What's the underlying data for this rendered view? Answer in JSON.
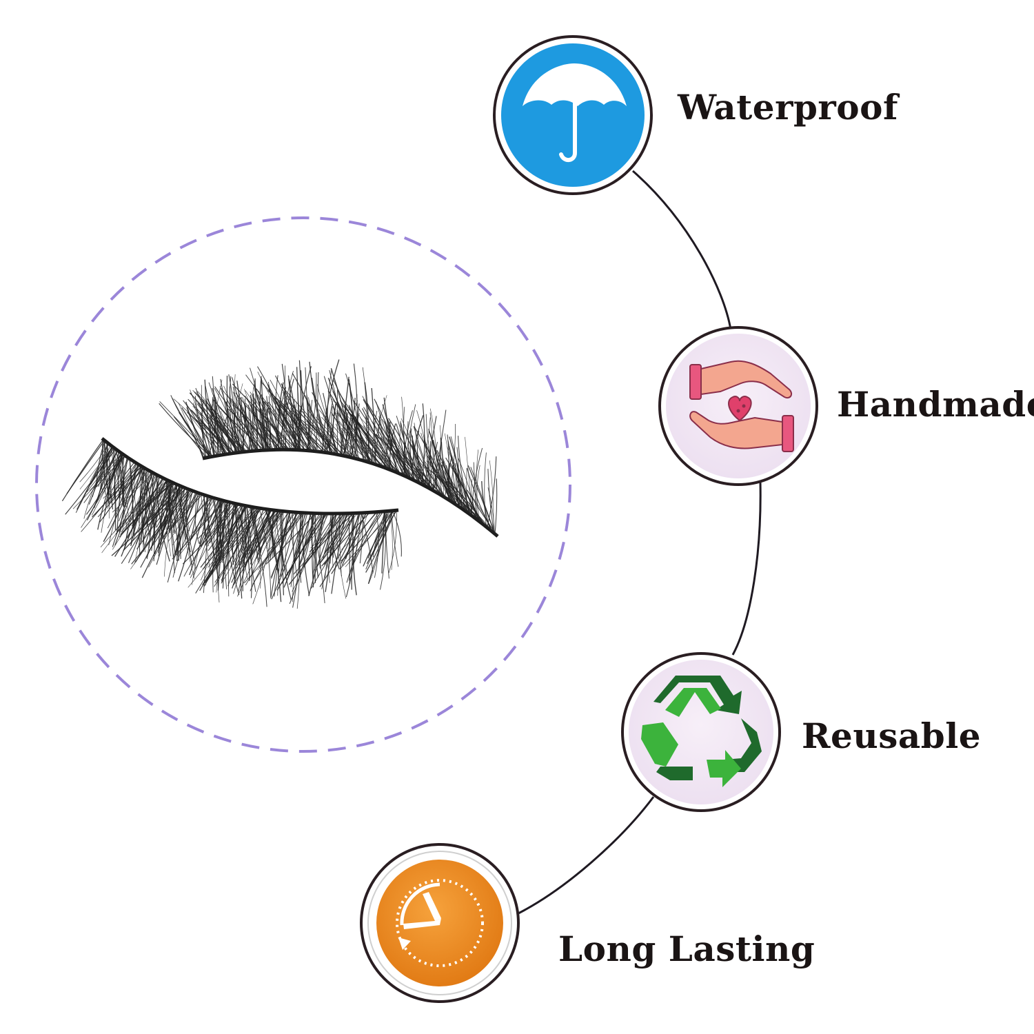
{
  "features": {
    "waterproof": {
      "label": "Waterproof",
      "icon": "umbrella-icon",
      "color": "#1e9ae0"
    },
    "handmade": {
      "label": "Handmade",
      "icon": "hands-heart-icon",
      "color": "#f3a68f"
    },
    "reusable": {
      "label": "Reusable",
      "icon": "recycle-icon",
      "color": "#3aa83a"
    },
    "long_lasting": {
      "label": "Long Lasting",
      "icon": "clock-icon",
      "color": "#f08a1c"
    }
  },
  "accent_color": "#9b86d9",
  "line_color": "#1f1a22"
}
